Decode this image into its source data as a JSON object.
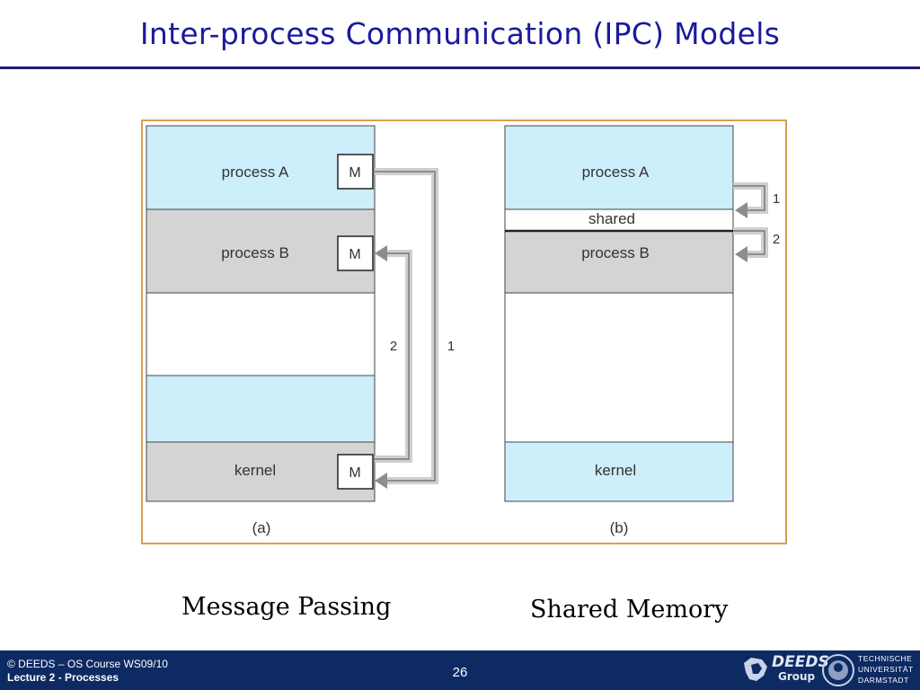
{
  "title": "Inter-process Communication (IPC) Models",
  "figure": {
    "panel_a": {
      "label": "(a)",
      "rows": [
        "process A",
        "process B",
        "kernel"
      ],
      "message_box": "M",
      "arrow_labels": [
        "2",
        "1"
      ]
    },
    "panel_b": {
      "label": "(b)",
      "rows": [
        "process A",
        "shared",
        "process B",
        "kernel"
      ],
      "arrow_labels": [
        "1",
        "2"
      ]
    }
  },
  "captions": {
    "left": "Message Passing",
    "right": "Shared Memory"
  },
  "footer": {
    "line1": "© DEEDS – OS Course WS09/10",
    "line2": "Lecture 2 - Processes",
    "page": "26",
    "logo_word": "DEEDS",
    "logo_sub": "Group",
    "tud_line1": "TECHNISCHE",
    "tud_line2": "UNIVERSITÄT",
    "tud_line3": "DARMSTADT"
  },
  "colors": {
    "title": "#1a1a9c",
    "footer_bg": "#0e2a63",
    "process_fill": "#cdeefb",
    "gray_fill": "#d4d4d4",
    "frame": "#d9a24a"
  }
}
